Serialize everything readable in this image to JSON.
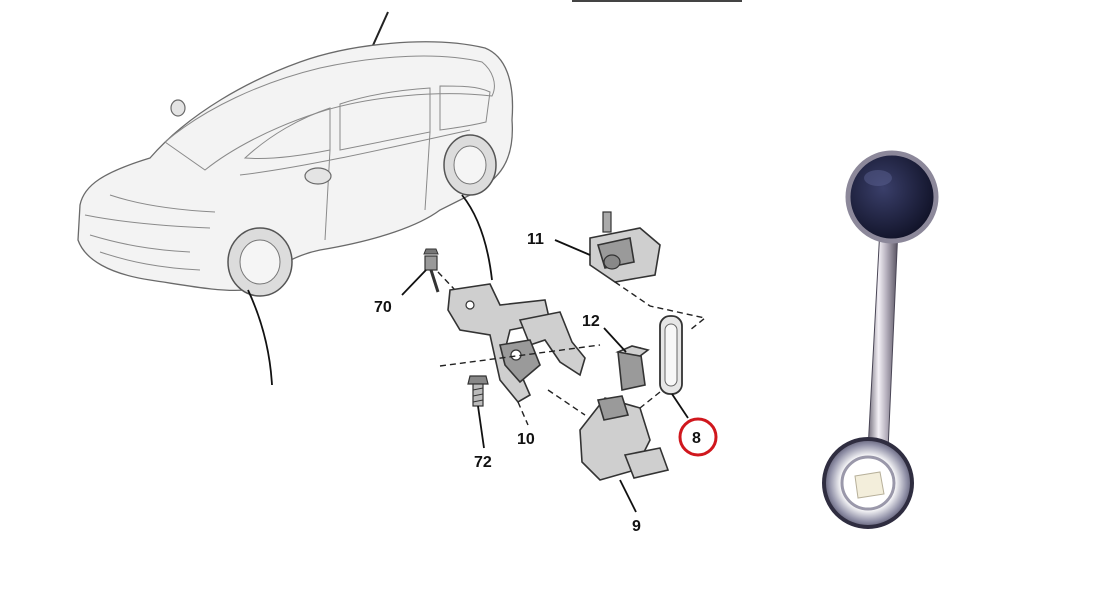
{
  "diagram": {
    "part_labels": {
      "p70": "70",
      "p72": "72",
      "p10": "10",
      "p11": "11",
      "p12": "12",
      "p9": "9",
      "p8": "8"
    },
    "highlight_color": "#d0171d",
    "rod_cap_color": "#1a1d3a"
  }
}
